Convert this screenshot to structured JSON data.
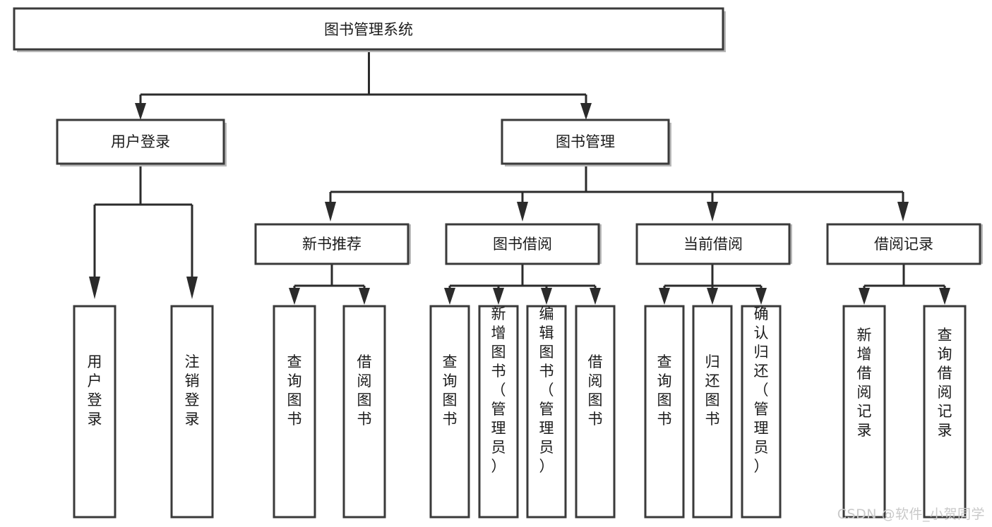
{
  "diagram": {
    "title": "图书管理系统",
    "type": "tree-hierarchy-chart",
    "watermark": "CSDN @软件_小贺同学",
    "colors": {
      "box_border": "#3a3a3a",
      "box_fill": "#ffffff",
      "connector": "#2b2b2b",
      "text": "#1b1b1b",
      "watermark": "#c9c9c9",
      "background": "#ffffff"
    },
    "root": {
      "id": "root",
      "label": "图书管理系统",
      "orientation": "horizontal"
    },
    "level2": [
      {
        "id": "user-login",
        "label": "用户登录",
        "orientation": "horizontal"
      },
      {
        "id": "book-management",
        "label": "图书管理",
        "orientation": "horizontal"
      }
    ],
    "level3": [
      {
        "id": "new-book-recommend",
        "label": "新书推荐",
        "orientation": "horizontal",
        "parent": "book-management"
      },
      {
        "id": "book-borrow",
        "label": "图书借阅",
        "orientation": "horizontal",
        "parent": "book-management"
      },
      {
        "id": "current-borrow",
        "label": "当前借阅",
        "orientation": "horizontal",
        "parent": "book-management"
      },
      {
        "id": "borrow-record",
        "label": "借阅记录",
        "orientation": "horizontal",
        "parent": "book-management"
      }
    ],
    "leaves": [
      {
        "id": "leaf-user-login",
        "label": "用户登录",
        "orientation": "vertical",
        "parent": "user-login"
      },
      {
        "id": "leaf-user-logout",
        "label": "注销登录",
        "orientation": "vertical",
        "parent": "user-login"
      },
      {
        "id": "leaf-query-book-1",
        "label": "查询图书",
        "orientation": "vertical",
        "parent": "new-book-recommend"
      },
      {
        "id": "leaf-borrow-book-1",
        "label": "借阅图书",
        "orientation": "vertical",
        "parent": "new-book-recommend"
      },
      {
        "id": "leaf-query-book-2",
        "label": "查询图书",
        "orientation": "vertical",
        "parent": "book-borrow"
      },
      {
        "id": "leaf-add-book",
        "label": "新增图书（管理员）",
        "orientation": "vertical",
        "parent": "book-borrow"
      },
      {
        "id": "leaf-edit-book",
        "label": "编辑图书（管理员）",
        "orientation": "vertical",
        "parent": "book-borrow"
      },
      {
        "id": "leaf-borrow-book-2",
        "label": "借阅图书",
        "orientation": "vertical",
        "parent": "book-borrow"
      },
      {
        "id": "leaf-query-book-3",
        "label": "查询图书",
        "orientation": "vertical",
        "parent": "current-borrow"
      },
      {
        "id": "leaf-return-book",
        "label": "归还图书",
        "orientation": "vertical",
        "parent": "current-borrow"
      },
      {
        "id": "leaf-confirm-return",
        "label": "确认归还（管理员）",
        "orientation": "vertical",
        "parent": "current-borrow"
      },
      {
        "id": "leaf-add-record",
        "label": "新增借阅记录",
        "orientation": "vertical",
        "parent": "borrow-record"
      },
      {
        "id": "leaf-query-record",
        "label": "查询借阅记录",
        "orientation": "vertical",
        "parent": "borrow-record"
      }
    ]
  }
}
